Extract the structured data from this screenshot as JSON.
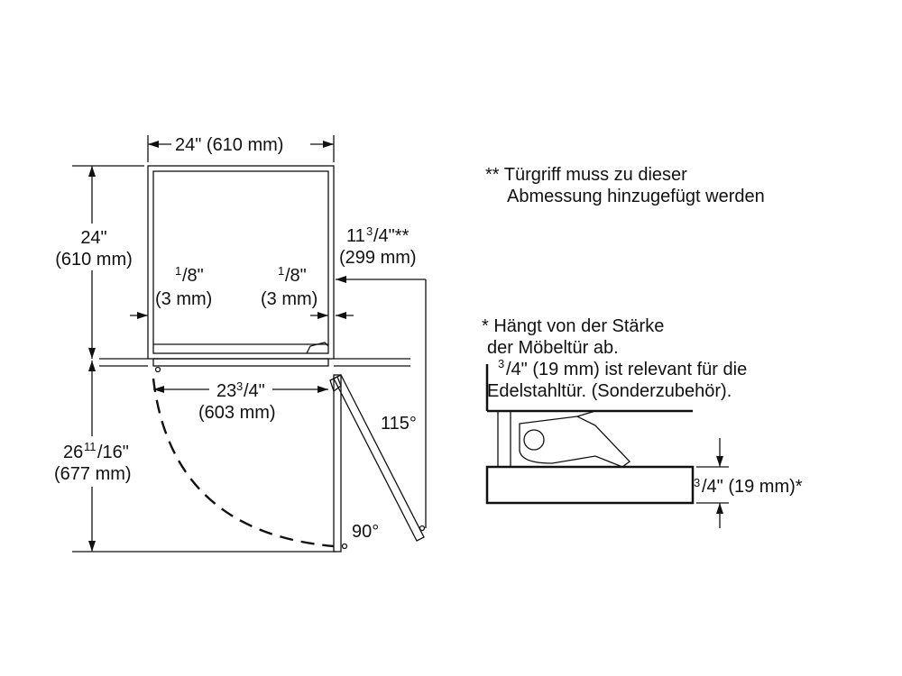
{
  "dimensions": {
    "width_in": "24\" (610 mm)",
    "depth_in": "24\"",
    "depth_mm": "(610 mm)",
    "gap_left_num": "1",
    "gap_left_den": "/8\"",
    "gap_left_mm": "(3 mm)",
    "gap_right_num": "1",
    "gap_right_den": "/8\"",
    "gap_right_mm": "(3 mm)",
    "handle_whole": "11",
    "handle_frac": "3",
    "handle_rest": "/4\"**",
    "handle_mm": "(299 mm)",
    "inner_whole": "23",
    "inner_frac": "3",
    "inner_rest": "/4\"",
    "inner_mm": "(603 mm)",
    "swing_whole": "26",
    "swing_frac": "11",
    "swing_rest": "/16\"",
    "swing_mm": "(677 mm)",
    "angle_115": "115°",
    "angle_90": "90°"
  },
  "notes": {
    "handle_line1": "** Türgriff muss zu dieser",
    "handle_line2": "Abmessung hinzugefügt werden",
    "panel_line1": "* Hängt von der Stärke",
    "panel_line2": "der Möbeltür ab.",
    "panel_line3_frac": "3",
    "panel_line3_rest": "/4\" (19 mm) ist relevant für die",
    "panel_line4": "Edelstahltür. (Sonderzubehör)."
  },
  "detail": {
    "thick_frac": "3",
    "thick_rest": "/4\" (19 mm)*"
  }
}
